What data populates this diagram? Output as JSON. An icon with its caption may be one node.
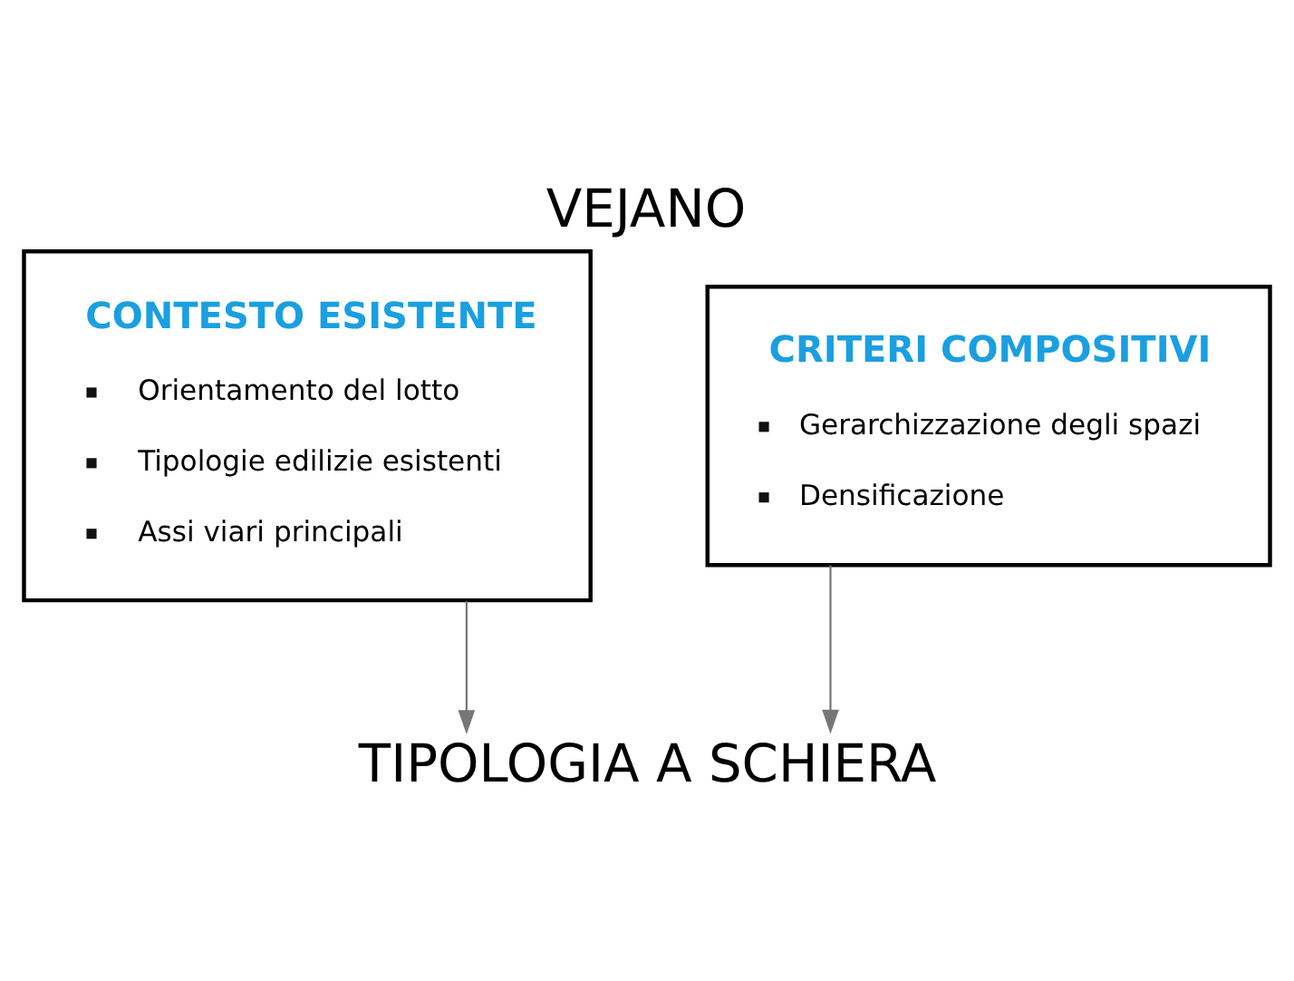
{
  "diagram": {
    "title": "VEJANO",
    "nodes": [
      {
        "text": [
          "CONTESTO ESISTENTE",
          "Orientamento del lotto",
          "Tipologie edilizie esistenti",
          "Assi viari principali"
        ]
      },
      {
        "text": [
          "CRITERI COMPOSITIVI",
          "Gerarchizzazione degli spazi",
          "Densificazione"
        ]
      },
      {
        "text": [
          "TIPOLOGIA A SCHIERA"
        ]
      }
    ],
    "edges": [
      {
        "from": 0,
        "to": 2,
        "arrow": "to"
      },
      {
        "from": 1,
        "to": 2,
        "arrow": "to"
      }
    ]
  }
}
